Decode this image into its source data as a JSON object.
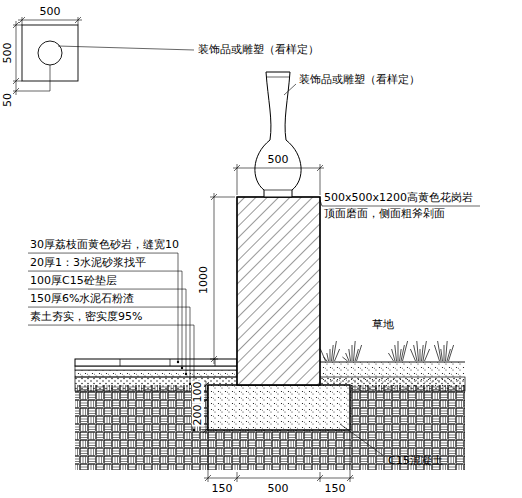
{
  "diagram": {
    "labels": [
      "500",
      "500",
      "50",
      "装饰品或雕塑（看样定）",
      "装饰品或雕塑（看样定）",
      "500",
      "500x500x1200高黄色花岗岩",
      "顶面磨面，侧面粗斧剁面",
      "1000",
      "30厚荔枝面黄色砂岩，缝宽10",
      "20厚1：3水泥砂浆找平",
      "100厚C15砼垫层",
      "150厚6%水泥石粉渣",
      "素土夯实，密实度95%",
      "草地",
      "C15混凝土",
      "150",
      "500",
      "150",
      "100",
      "200"
    ]
  }
}
